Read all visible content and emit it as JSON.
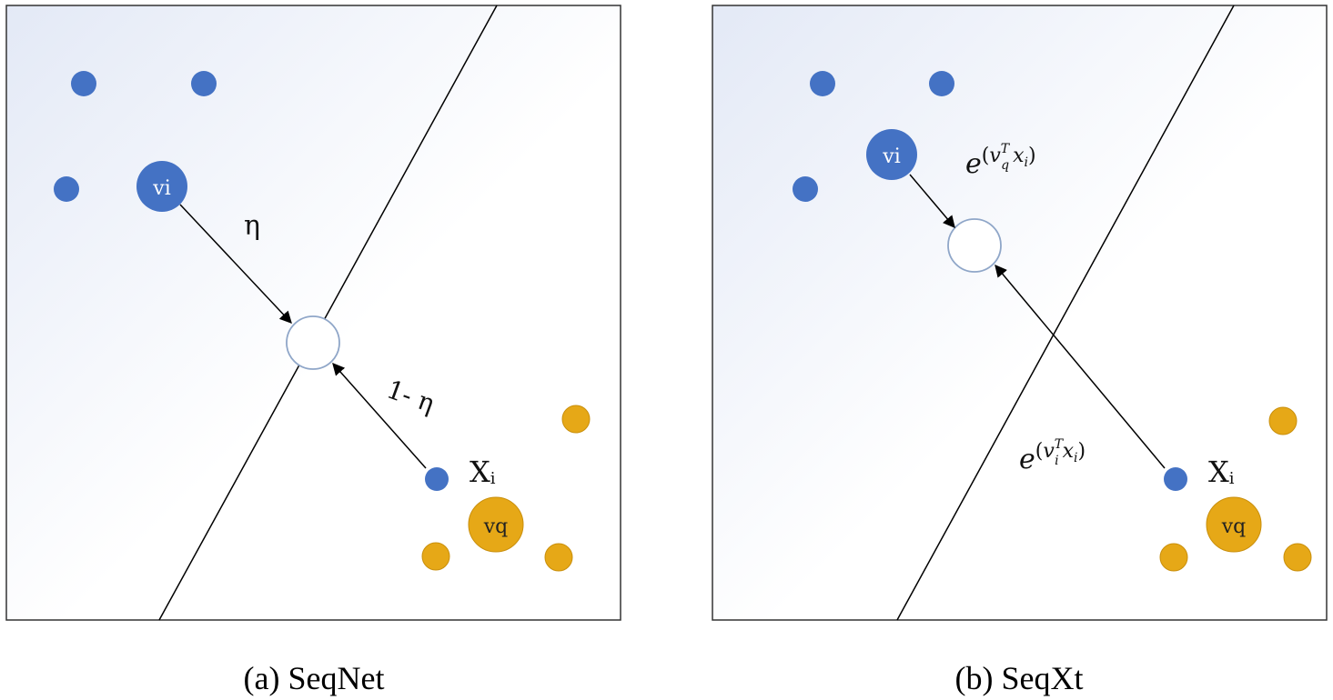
{
  "panels": [
    {
      "caption": "(a) SeqNet",
      "labels": {
        "vi": "vi",
        "vq": "vq",
        "xi": "X",
        "xi_sub": "i",
        "arrow_top": "η",
        "arrow_bottom": "1- η"
      }
    },
    {
      "caption": "(b) SeqXt",
      "labels": {
        "vi": "vi",
        "vq": "vq",
        "xi": "X",
        "xi_sub": "i",
        "exp_top_base": "e",
        "exp_top_open": "(",
        "exp_top_v": "v",
        "exp_top_sup": "T",
        "exp_top_sub": "q",
        "exp_top_x": "x",
        "exp_top_xsub": "i",
        "exp_top_close": ")",
        "exp_bottom_base": "e",
        "exp_bottom_open": "(",
        "exp_bottom_v": "v",
        "exp_bottom_sup": "T",
        "exp_bottom_sub": "i",
        "exp_bottom_x": "x",
        "exp_bottom_xsub": "i",
        "exp_bottom_close": ")"
      }
    }
  ],
  "colors": {
    "blue": "#4472c4",
    "blue_stroke": "#3a64b0",
    "gold": "#e6a817",
    "gold_stroke": "#c98f0c",
    "hollow_stroke": "#8fa6c8"
  }
}
